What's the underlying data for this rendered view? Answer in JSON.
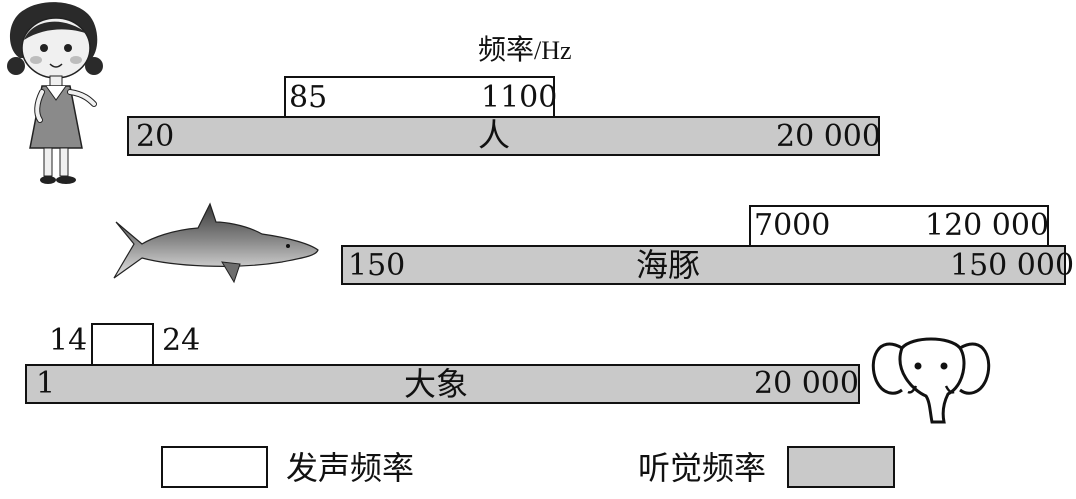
{
  "title": {
    "label": "频率",
    "unit": "/Hz"
  },
  "rows": [
    {
      "name": "人",
      "hear_min": "20",
      "hear_max": "20 000",
      "emit_min": "85",
      "emit_max": "1100"
    },
    {
      "name": "海豚",
      "hear_min": "150",
      "hear_max": "150 000",
      "emit_min": "7000",
      "emit_max": "120 000"
    },
    {
      "name": "大象",
      "hear_min": "1",
      "hear_max": "20 000",
      "emit_min": "14",
      "emit_max": "24"
    }
  ],
  "legend": {
    "emit": "发声频率",
    "hear": "听觉频率"
  },
  "colors": {
    "hear_fill": "#c9c9c9",
    "emit_fill": "#ffffff",
    "stroke": "#111111"
  },
  "icons": [
    "girl-icon",
    "dolphin-icon",
    "elephant-icon"
  ]
}
